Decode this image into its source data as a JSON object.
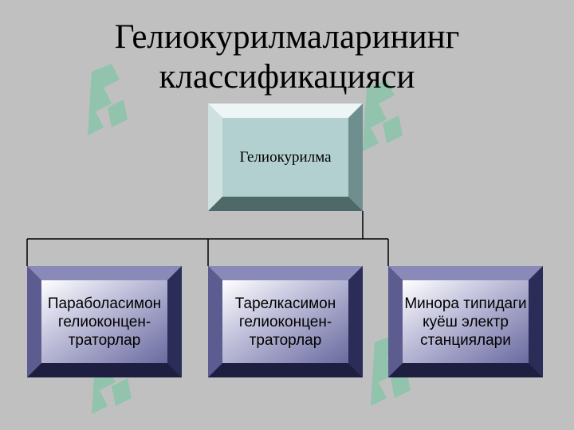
{
  "title": {
    "line1": "Гелиокурилмаларининг",
    "line2": "классификацияси"
  },
  "root": {
    "label": "Гелиокурилма"
  },
  "children": [
    {
      "line1": "Параболасимон",
      "line2": "гелиоконцен-",
      "line3": "траторлар"
    },
    {
      "line1": "Тарелкасимон",
      "line2": "гелиоконцен-",
      "line3": "траторлар"
    },
    {
      "line1": "Минора типидаги",
      "line2": "куёш электр",
      "line3": "станциялари"
    }
  ],
  "colors": {
    "background": "#c0c0c0",
    "root_fill": "#a9c8c8",
    "child_fill": "#4a4a7a",
    "watermark": "#33cc88",
    "connector": "#000000"
  },
  "watermark_icon": "uzsoft-logo-watermark"
}
